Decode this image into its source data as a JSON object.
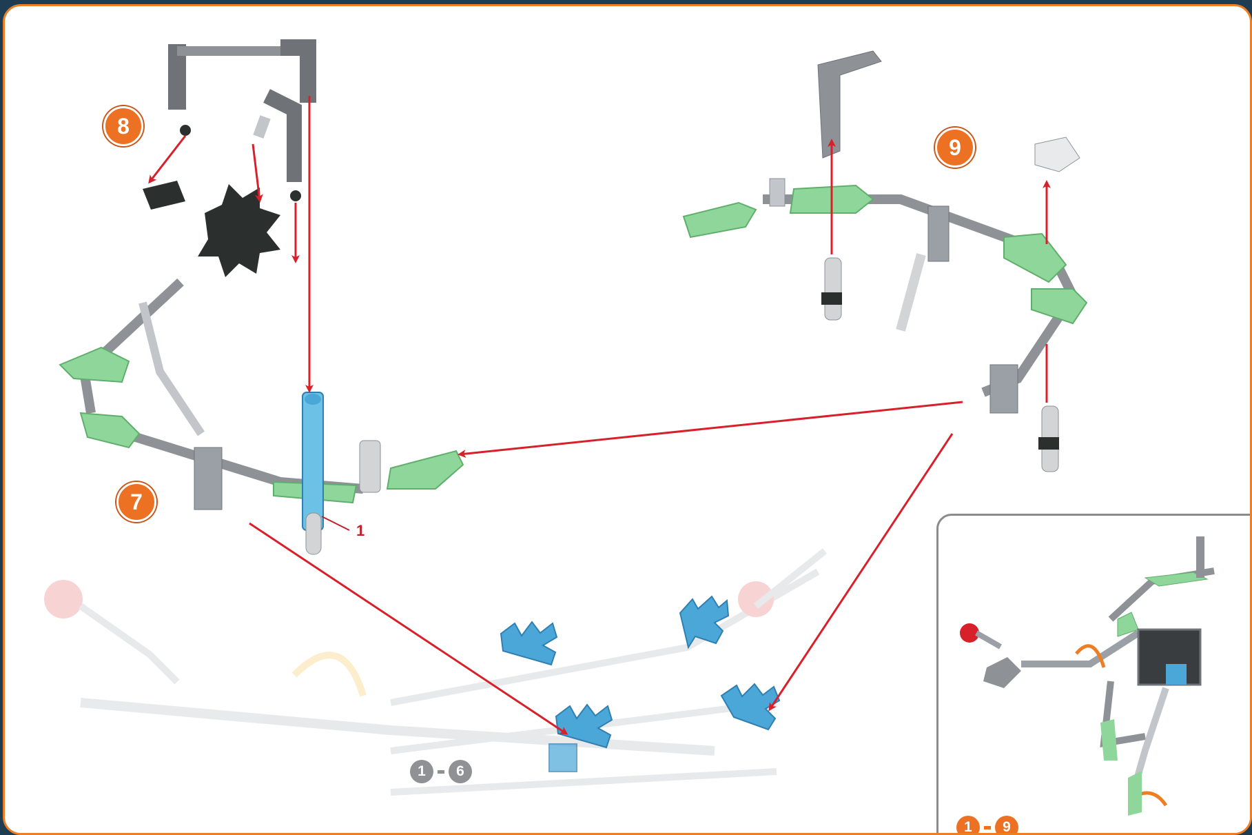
{
  "steps": {
    "step7": "7",
    "step8": "8",
    "step9": "9"
  },
  "callouts": {
    "part_count": "1"
  },
  "previous_steps": {
    "from": "1",
    "to": "6"
  },
  "inset": {
    "from": "1",
    "to": "9"
  },
  "colors": {
    "frame_border": "#ef7d22",
    "step_badge": "#ec7122",
    "arrow": "#d8202a",
    "rod_gray": "#8e9297",
    "green_connector": "#8fd69a",
    "blue_connector": "#4aa7d8",
    "dark_connector": "#2b2f2e"
  }
}
